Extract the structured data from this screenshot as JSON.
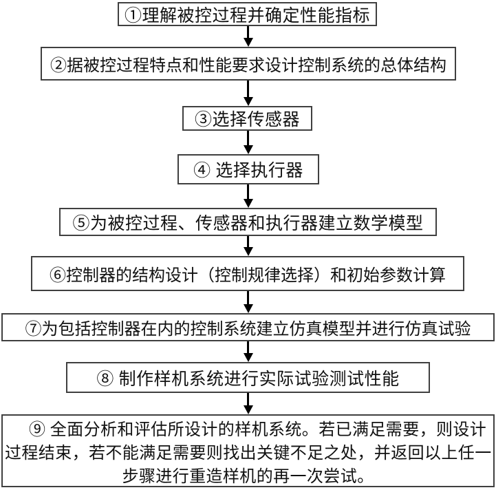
{
  "flowchart": {
    "background_color": "#ffffff",
    "box_border_color": "#3f3f3f",
    "text_color": "#111111",
    "arrow_color": "#000000",
    "steps": [
      {
        "number": "①",
        "label": "①理解被控过程并确定性能指标"
      },
      {
        "number": "②",
        "label": "②据被控过程特点和性能要求设计控制系统的总体结构"
      },
      {
        "number": "③",
        "label": "③选择传感器"
      },
      {
        "number": "④",
        "label": "④ 选择执行器"
      },
      {
        "number": "⑤",
        "label": "⑤为被控过程、传感器和执行器建立数学模型"
      },
      {
        "number": "⑥",
        "label": "⑥控制器的结构设计（控制规律选择）和初始参数计算"
      },
      {
        "number": "⑦",
        "label": "⑦为包括控制器在内的控制系统建立仿真模型并进行仿真试验"
      },
      {
        "number": "⑧",
        "label": "⑧ 制作样机系统进行实际试验测试性能"
      },
      {
        "number": "⑨",
        "label": "⑨ 全面分析和评估所设计的样机系统。若已满足需要，则设计过程结束，若不能满足需要则找出关键不足之处，并返回以上任一步骤进行重造样机的再一次尝试。",
        "lines": [
          "⑨ 全面分析和评估所设计的样机系统。若已满足需要，则设计",
          "过程结束，若不能满足需要则找出关键不足之处，并返回以上任一",
          "步骤进行重造样机的再一次尝试。"
        ]
      }
    ],
    "connectors": [
      {
        "from": 1,
        "to": 2
      },
      {
        "from": 2,
        "to": 3
      },
      {
        "from": 3,
        "to": 4
      },
      {
        "from": 4,
        "to": 5
      },
      {
        "from": 5,
        "to": 6
      },
      {
        "from": 6,
        "to": 7
      },
      {
        "from": 7,
        "to": 8
      },
      {
        "from": 8,
        "to": 9
      }
    ]
  }
}
